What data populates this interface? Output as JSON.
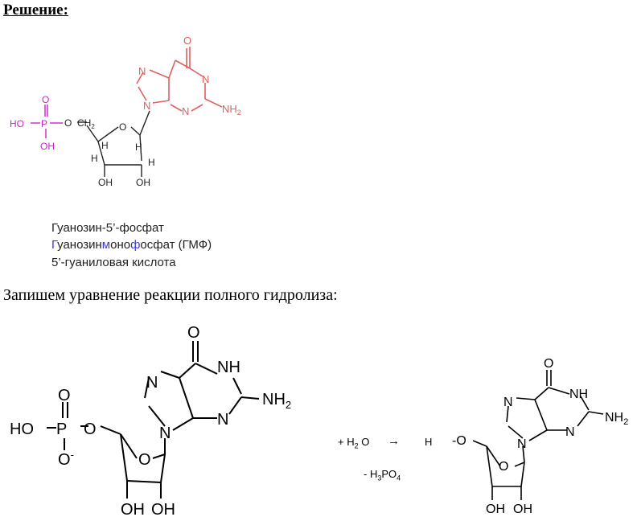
{
  "heading": "Решение:",
  "captions": {
    "line1": "Гуанозин-5’-фосфат",
    "line2_parts": [
      "Г",
      "уанозин",
      "м",
      "оно",
      "ф",
      "осфат (ГМФ)"
    ],
    "line3": "5’-гуаниловая кислота"
  },
  "equation_intro": "Запишем уравнение реакции полного гидролиза:",
  "reaction": {
    "plus_water": "+ H",
    "water_sub": "2",
    "water_o": " O",
    "arrow": "→",
    "minus_phos": "- H",
    "phos_sub1": "3",
    "phos_po": "PO",
    "phos_sub2": "4",
    "h_label": "H"
  },
  "atoms_top": {
    "O_carbonyl": "O",
    "N1": "N",
    "NH2": "NH",
    "NH2_sub": "2",
    "N3": "N",
    "N7": "N",
    "N9": "N",
    "HO": "HO",
    "P": "P",
    "O_top": "O",
    "OH": "OH",
    "O_link": "O",
    "CH2": "CH",
    "CH2_sub": "2",
    "O_ring": "O",
    "H1": "H",
    "H2": "H",
    "H3": "H",
    "H4": "H",
    "OH3": "OH",
    "OH2": "OH"
  },
  "atoms_left": {
    "O": "O",
    "NH": "NH",
    "NH2": "NH",
    "NH2_sub": "2",
    "N3": "N",
    "N7": "N",
    "N9": "N",
    "HO": "HO",
    "P": "P",
    "O_top": "O",
    "O_minus": "O",
    "minus": "-",
    "O_link": "O",
    "O_ring": "O",
    "OH_a": "OH",
    "OH_b": "OH"
  },
  "atoms_right": {
    "O": "O",
    "NH": "NH",
    "NH2": "NH",
    "NH2_sub": "2",
    "N3": "N",
    "N7": "N",
    "N9": "N",
    "O_5": "O",
    "dash": "-",
    "O_ring": "O",
    "OH_a": "OH",
    "OH_b": "OH"
  }
}
